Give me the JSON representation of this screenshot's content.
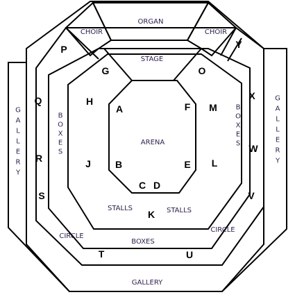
{
  "labels": {
    "organ": "ORGAN",
    "choir": "CHOIR",
    "stage": "STAGE",
    "arena": "ARENA",
    "stalls": "STALLS",
    "boxes": "BOXES",
    "circle": "CIRCLE",
    "gallery": "GALLERY"
  },
  "sections": {
    "a": "A",
    "b": "B",
    "c": "C",
    "d": "D",
    "e": "E",
    "f": "F",
    "g": "G",
    "h": "H",
    "j": "J",
    "k": "K",
    "l": "L",
    "m": "M",
    "o": "O",
    "p": "P",
    "q": "Q",
    "r": "R",
    "s": "S",
    "t": "T",
    "u": "U",
    "v": "V",
    "w": "W",
    "x": "X",
    "y": "Y"
  }
}
